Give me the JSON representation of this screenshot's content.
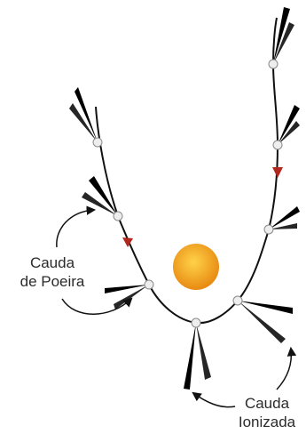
{
  "diagram": {
    "labels": {
      "dust_tail": [
        "Cauda",
        "de Poeira"
      ],
      "ion_tail": [
        "Cauda",
        "Ionizada"
      ]
    },
    "colors": {
      "orbit": "#111111",
      "sun_center": "#ffd24a",
      "sun_edge": "#e88a12",
      "comet_nucleus": "#eeeeee",
      "direction_arrow": "#b3281e",
      "tail_dark": "#000000"
    },
    "icons": [
      "sun-icon",
      "comet-nucleus-icon",
      "direction-arrow-icon",
      "pointer-arrow-icon"
    ]
  }
}
